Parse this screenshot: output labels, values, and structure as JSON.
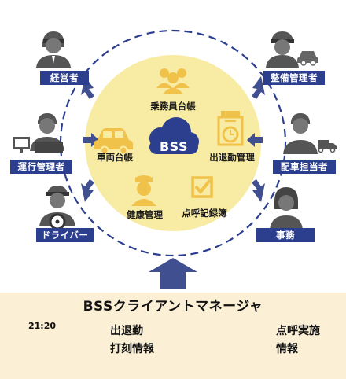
{
  "roles": {
    "management": "経営者",
    "maintenance": "整備管理者",
    "operations": "運行管理者",
    "dispatch": "配車担当者",
    "driver": "ドライバー",
    "office": "事務"
  },
  "center": {
    "cloud": "BSS",
    "crew_ledger": "乗務員台帳",
    "vehicle_ledger": "車両台帳",
    "attendance": "出退勤管理",
    "health": "健康管理",
    "rollcall_book": "点呼記録簿"
  },
  "manager": {
    "title": "BSSクライアントマネージャ",
    "tablet_time": "21:20",
    "left_text_line1": "出退勤",
    "left_text_line2": "打刻情報",
    "right_text_line1": "点呼実施",
    "right_text_line2": "情報"
  },
  "colors": {
    "navy": "#2c3f8f",
    "gold": "#f1c24a",
    "circle_fill": "#f8eba4",
    "band": "#fbefd6",
    "arrow": "#3f4f8f"
  }
}
